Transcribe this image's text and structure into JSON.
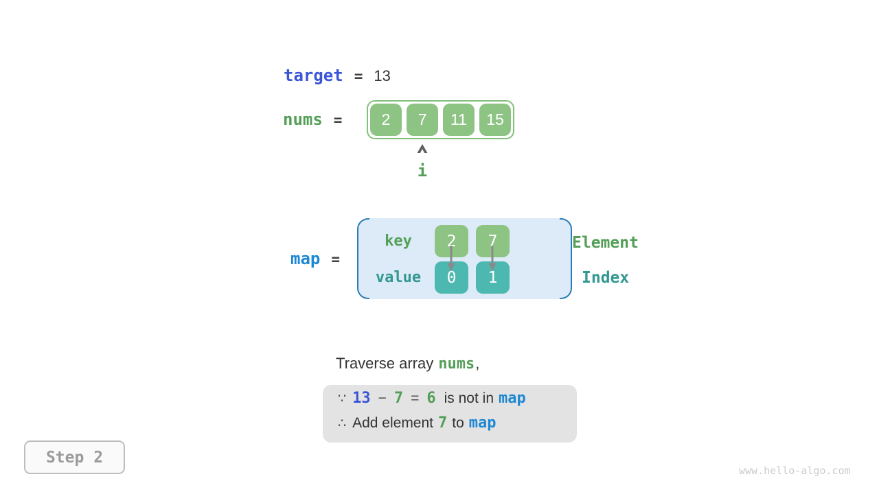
{
  "colors": {
    "target_blue": "#3a55d6",
    "map_blue": "#1e88d2",
    "green_text": "#549f58",
    "teal_text": "#339792",
    "key_box_green": "#8dc484",
    "value_box_teal": "#4db8b0",
    "array_border_green": "#82c07b",
    "map_fill": "#dcebf7",
    "map_border_blue": "#2a7db6",
    "note_fill": "#e3e3e4"
  },
  "target_row": {
    "label": "target",
    "equals": "=",
    "value": "13"
  },
  "nums_row": {
    "label": "nums",
    "equals": "=",
    "values": [
      "2",
      "7",
      "11",
      "15"
    ],
    "pointer_label": "i"
  },
  "map_row": {
    "label": "map",
    "equals": "=",
    "key_label": "key",
    "value_label": "value",
    "entries": [
      {
        "key": "2",
        "value": "0"
      },
      {
        "key": "7",
        "value": "1"
      }
    ],
    "element_label": "Element",
    "index_label": "Index"
  },
  "caption": {
    "prefix": "Traverse array",
    "highlight": "nums",
    "suffix": ","
  },
  "note": {
    "line1": {
      "because": "∵",
      "minuend": "13",
      "minus": "−",
      "subtrahend": "7",
      "equals": "=",
      "difference": "6",
      "text": "is not in",
      "map_ref": "map"
    },
    "line2": {
      "therefore": "∴",
      "text_before": "Add element",
      "number": "7",
      "text_between": "to",
      "map_ref": "map"
    }
  },
  "step_badge": {
    "label": "Step 2"
  },
  "watermark": "www.hello-algo.com"
}
